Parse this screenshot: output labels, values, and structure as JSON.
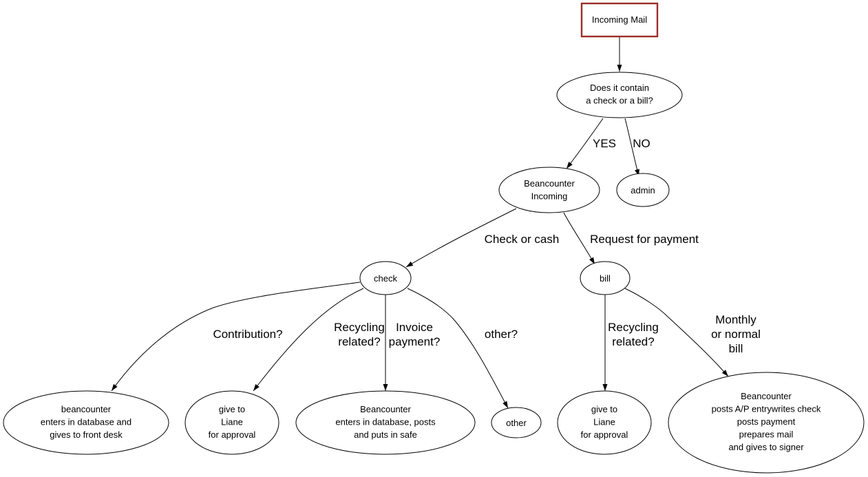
{
  "nodes": {
    "incoming_mail": [
      "Incoming Mail"
    ],
    "decision": [
      "Does it contain",
      "a check or a bill?"
    ],
    "beancounter_incoming": [
      "Beancounter",
      "Incoming"
    ],
    "admin": [
      "admin"
    ],
    "check": [
      "check"
    ],
    "bill": [
      "bill"
    ],
    "beancounter_front_desk": [
      "beancounter",
      "enters in database and",
      "gives to front desk"
    ],
    "give_liane_check": [
      "give to",
      "Liane",
      "for approval"
    ],
    "beancounter_safe": [
      "Beancounter",
      "enters in database, posts",
      "and puts in safe"
    ],
    "other": [
      "other"
    ],
    "give_liane_bill": [
      "give to",
      "Liane",
      "for approval"
    ],
    "beancounter_signer": [
      "Beancounter",
      "posts A/P entrywrites check",
      "posts payment",
      "prepares mail",
      "and gives to signer"
    ]
  },
  "edges": {
    "yes": [
      "YES"
    ],
    "no": [
      "NO"
    ],
    "check_or_cash": [
      "Check or cash"
    ],
    "request_for_payment": [
      "Request for payment"
    ],
    "contribution": [
      "Contribution?"
    ],
    "recycling_check": [
      "Recycling",
      "related?"
    ],
    "invoice_payment": [
      "Invoice",
      "payment?"
    ],
    "other_q": [
      "other?"
    ],
    "recycling_bill": [
      "Recycling",
      "related?"
    ],
    "monthly_bill": [
      "Monthly",
      "or normal",
      "bill"
    ]
  },
  "colors": {
    "start_border": "#9b2c2c",
    "line": "#000000"
  }
}
